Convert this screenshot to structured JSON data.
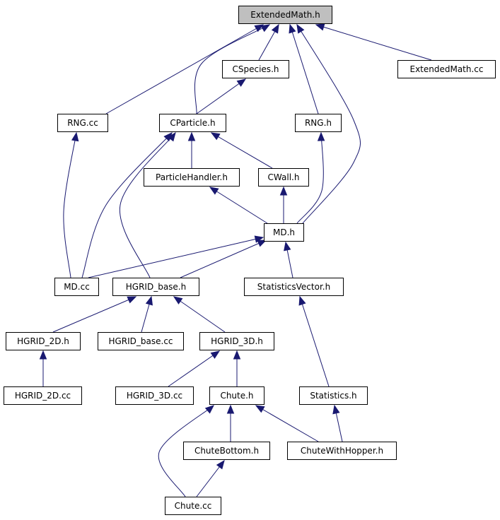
{
  "diagram": {
    "nodes": {
      "extendedmath_h": "ExtendedMath.h",
      "cspecies_h": "CSpecies.h",
      "extendedmath_cc": "ExtendedMath.cc",
      "rng_cc": "RNG.cc",
      "cparticle_h": "CParticle.h",
      "rng_h": "RNG.h",
      "particlehandler_h": "ParticleHandler.h",
      "cwall_h": "CWall.h",
      "md_h": "MD.h",
      "md_cc": "MD.cc",
      "hgrid_base_h": "HGRID_base.h",
      "statisticsvector_h": "StatisticsVector.h",
      "hgrid_2d_h": "HGRID_2D.h",
      "hgrid_base_cc": "HGRID_base.cc",
      "hgrid_3d_h": "HGRID_3D.h",
      "hgrid_2d_cc": "HGRID_2D.cc",
      "hgrid_3d_cc": "HGRID_3D.cc",
      "chute_h": "Chute.h",
      "statistics_h": "Statistics.h",
      "chutebottom_h": "ChuteBottom.h",
      "chutewithhopper_h": "ChuteWithHopper.h",
      "chute_cc": "Chute.cc"
    },
    "edges": [
      {
        "from": "cspecies_h",
        "to": "extendedmath_h"
      },
      {
        "from": "extendedmath_cc",
        "to": "extendedmath_h"
      },
      {
        "from": "rng_cc",
        "to": "extendedmath_h"
      },
      {
        "from": "cparticle_h",
        "to": "extendedmath_h"
      },
      {
        "from": "rng_h",
        "to": "extendedmath_h"
      },
      {
        "from": "md_h",
        "to": "extendedmath_h"
      },
      {
        "from": "cparticle_h",
        "to": "cspecies_h"
      },
      {
        "from": "md_cc",
        "to": "rng_cc"
      },
      {
        "from": "particlehandler_h",
        "to": "cparticle_h"
      },
      {
        "from": "cwall_h",
        "to": "cparticle_h"
      },
      {
        "from": "md_cc",
        "to": "cparticle_h"
      },
      {
        "from": "hgrid_base_h",
        "to": "cparticle_h"
      },
      {
        "from": "md_h",
        "to": "rng_h"
      },
      {
        "from": "md_h",
        "to": "particlehandler_h"
      },
      {
        "from": "md_h",
        "to": "cwall_h"
      },
      {
        "from": "md_cc",
        "to": "md_h"
      },
      {
        "from": "hgrid_base_h",
        "to": "md_h"
      },
      {
        "from": "statisticsvector_h",
        "to": "md_h"
      },
      {
        "from": "hgrid_2d_h",
        "to": "hgrid_base_h"
      },
      {
        "from": "hgrid_base_cc",
        "to": "hgrid_base_h"
      },
      {
        "from": "hgrid_3d_h",
        "to": "hgrid_base_h"
      },
      {
        "from": "statistics_h",
        "to": "statisticsvector_h"
      },
      {
        "from": "hgrid_2d_cc",
        "to": "hgrid_2d_h"
      },
      {
        "from": "hgrid_3d_cc",
        "to": "hgrid_3d_h"
      },
      {
        "from": "chute_h",
        "to": "hgrid_3d_h"
      },
      {
        "from": "chutewithhopper_h",
        "to": "statistics_h"
      },
      {
        "from": "chutebottom_h",
        "to": "chute_h"
      },
      {
        "from": "chutewithhopper_h",
        "to": "chute_h"
      },
      {
        "from": "chute_cc",
        "to": "chute_h"
      },
      {
        "from": "chute_cc",
        "to": "chutebottom_h"
      }
    ]
  }
}
